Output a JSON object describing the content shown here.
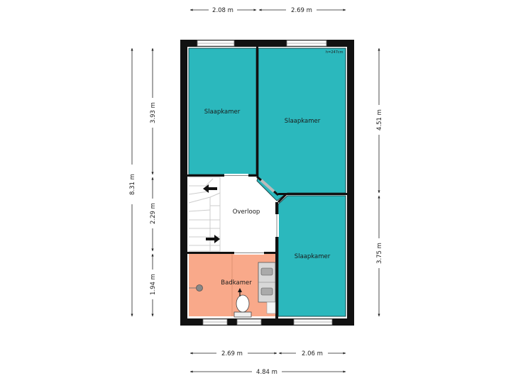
{
  "rooms": {
    "bedroom_top_left": "Slaapkamer",
    "bedroom_top_right": "Slaapkamer",
    "bedroom_bottom_right": "Slaapkamer",
    "landing": "Overloop",
    "bathroom": "Badkamer"
  },
  "ceiling_height_note": "h=247cm",
  "dimensions": {
    "top_left": "2.08 m",
    "top_right": "2.69 m",
    "bottom_left": "2.69 m",
    "bottom_right": "2.06 m",
    "bottom_total": "4.84 m",
    "left_total": "8.31 m",
    "left_upper": "3.93 m",
    "left_middle": "2.29 m",
    "left_lower": "1.94 m",
    "right_upper": "4.51 m",
    "right_lower": "3.75 m"
  },
  "colors": {
    "bedroom_fill": "#2bb8bd",
    "bathroom_fill": "#f9a98a",
    "wall": "#111111"
  }
}
